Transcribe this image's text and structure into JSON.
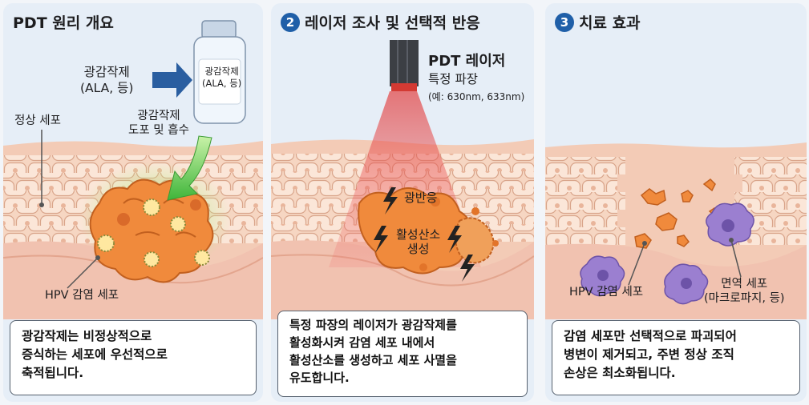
{
  "panel1": {
    "title": "PDT 원리 개요",
    "bottle_label": [
      "광감작제",
      "(ALA, 등)"
    ],
    "agent_label": [
      "광감작제",
      "(ALA, 등)"
    ],
    "apply_label": [
      "광감작제",
      "도포 및 흡수"
    ],
    "normal_cell": "정상 세포",
    "hpv_cell": "HPV 감염 세포",
    "caption": [
      "광감작제는 비정상적으로",
      "증식하는 세포에 우선적으로",
      "축적됩니다."
    ]
  },
  "panel2": {
    "number": "2",
    "title": "레이저 조사 및 선택적 반응",
    "laser_title": "PDT 레이저",
    "laser_sub": "특정 파장",
    "laser_example": "(예: 630nm, 633nm)",
    "photoreaction": "광반응",
    "ros_label": [
      "활성산소",
      "생성"
    ],
    "caption": [
      "특정 파장의 레이저가 광감작제를",
      "활성화시켜 감염 세포 내에서",
      "활성산소를 생성하고 세포 사멸을",
      "유도합니다."
    ]
  },
  "panel3": {
    "number": "3",
    "title": "치료 효과",
    "hpv_cell": "HPV 감염 세포",
    "immune_label": [
      "면역 세포",
      "(마크로파지, 등)"
    ],
    "caption": [
      "감염 세포만 선택적으로 파괴되어",
      "병변이 제거되고, 주변 정상 조직",
      "손상은 최소화됩니다."
    ]
  },
  "colors": {
    "accent": "#1f5fa8",
    "skin": "#f8dcc8",
    "infected": "#f08a3c",
    "laser": "#e23a3a",
    "immune": "#9b7fd0"
  }
}
